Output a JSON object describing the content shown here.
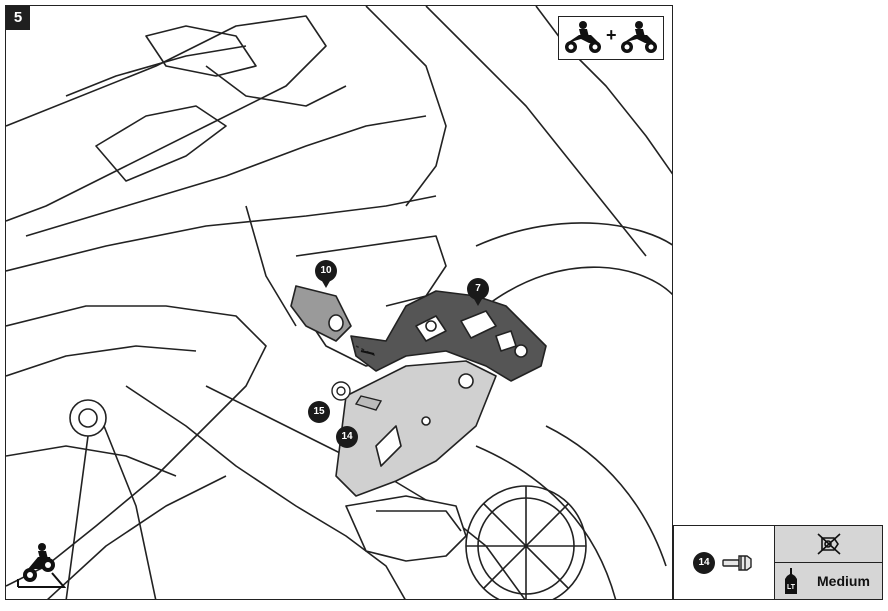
{
  "step": {
    "number": "5"
  },
  "callouts": {
    "c10": "10",
    "c7": "7",
    "c15": "15",
    "c14": "14"
  },
  "spec": {
    "part_callout": "14",
    "threadlock": "Medium",
    "threadlock_icon_text": "LT"
  },
  "icons": {
    "riders": "two-riders-icon",
    "ramp": "motorcycle-on-stand-icon",
    "no_grease": "no-grease-icon",
    "threadlock": "threadlock-bottle-icon",
    "bolt": "bolt-icon"
  }
}
